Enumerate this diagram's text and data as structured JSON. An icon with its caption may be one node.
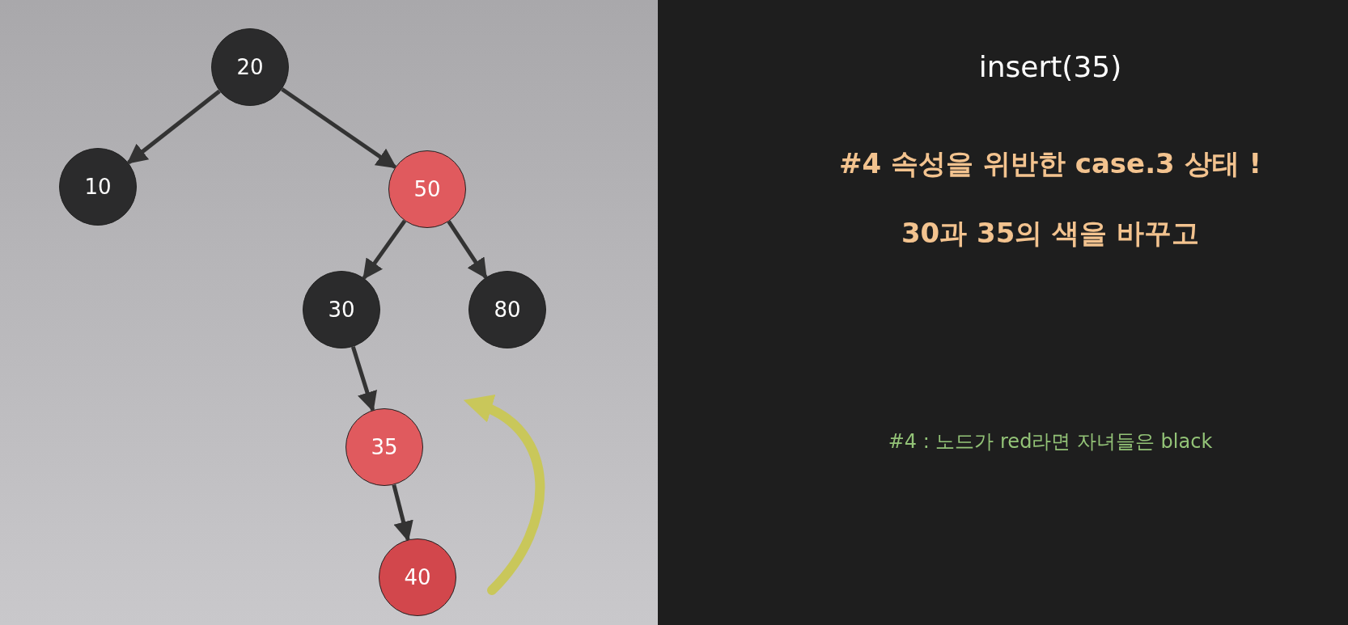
{
  "diagram": {
    "title": "insert(35)",
    "nodes": [
      {
        "text": [
          "20"
        ]
      },
      {
        "text": [
          "10"
        ]
      },
      {
        "text": [
          "50"
        ]
      },
      {
        "text": [
          "30"
        ]
      },
      {
        "text": [
          "80"
        ]
      },
      {
        "text": [
          "35"
        ]
      },
      {
        "text": [
          "40"
        ]
      }
    ],
    "edges": [
      {
        "from": 0,
        "to": 1,
        "arrow": "to"
      },
      {
        "from": 0,
        "to": 2,
        "arrow": "to"
      },
      {
        "from": 2,
        "to": 3,
        "arrow": "to"
      },
      {
        "from": 2,
        "to": 4,
        "arrow": "to"
      },
      {
        "from": 3,
        "to": 5,
        "arrow": "to"
      },
      {
        "from": 5,
        "to": 6,
        "arrow": "to"
      }
    ],
    "labels": [
      "#4 속성을 위반한 case.3 상태 !",
      "30과 35의 색을 바꾸고",
      "#4 : 노드가 red라면 자녀들은 black"
    ]
  }
}
